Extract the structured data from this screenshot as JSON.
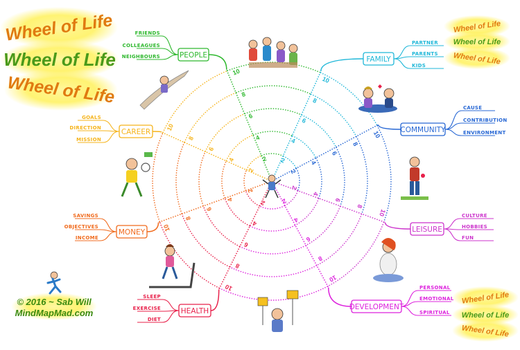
{
  "title_text": "Wheel of Life",
  "credit": {
    "line1": "© 2016 ~ Sab Will",
    "line2": "MindMapMad.com"
  },
  "colors": {
    "people": "#2eb82e",
    "family": "#1fb7d8",
    "community": "#2767d4",
    "leisure": "#cc33cc",
    "development": "#dd22dd",
    "health": "#e8204a",
    "money": "#f06a1c",
    "career": "#f5b31a",
    "title_orange": "#e07a10",
    "title_green": "#4a9a1a",
    "title_glow": "#fff46a"
  },
  "scale": {
    "labels": [
      "2",
      "4",
      "6",
      "8",
      "10"
    ]
  },
  "branches": [
    {
      "key": "people",
      "label": "PEOPLE",
      "children": [
        "FRIENDS",
        "COLLEAGUES",
        "NEIGHBOURS"
      ]
    },
    {
      "key": "family",
      "label": "FAMILY",
      "children": [
        "PARTNER",
        "PARENTS",
        "KIDS"
      ]
    },
    {
      "key": "community",
      "label": "COMMUNITY",
      "children": [
        "CAUSE",
        "CONTRIBUTION",
        "ENVIRONMENT"
      ]
    },
    {
      "key": "leisure",
      "label": "LEISURE",
      "children": [
        "CULTURE",
        "HOBBIES",
        "FUN"
      ]
    },
    {
      "key": "development",
      "label": "DEVELOPMENT",
      "children": [
        "PERSONAL",
        "EMOTIONAL",
        "SPIRITUAL"
      ]
    },
    {
      "key": "health",
      "label": "HEALTH",
      "children": [
        "SLEEP",
        "EXERCISE",
        "DIET"
      ]
    },
    {
      "key": "money",
      "label": "MONEY",
      "children": [
        "SAVINGS",
        "OBJECTIVES",
        "INCOME"
      ]
    },
    {
      "key": "career",
      "label": "CAREER",
      "children": [
        "GOALS",
        "DIRECTION",
        "MISSION"
      ]
    }
  ]
}
